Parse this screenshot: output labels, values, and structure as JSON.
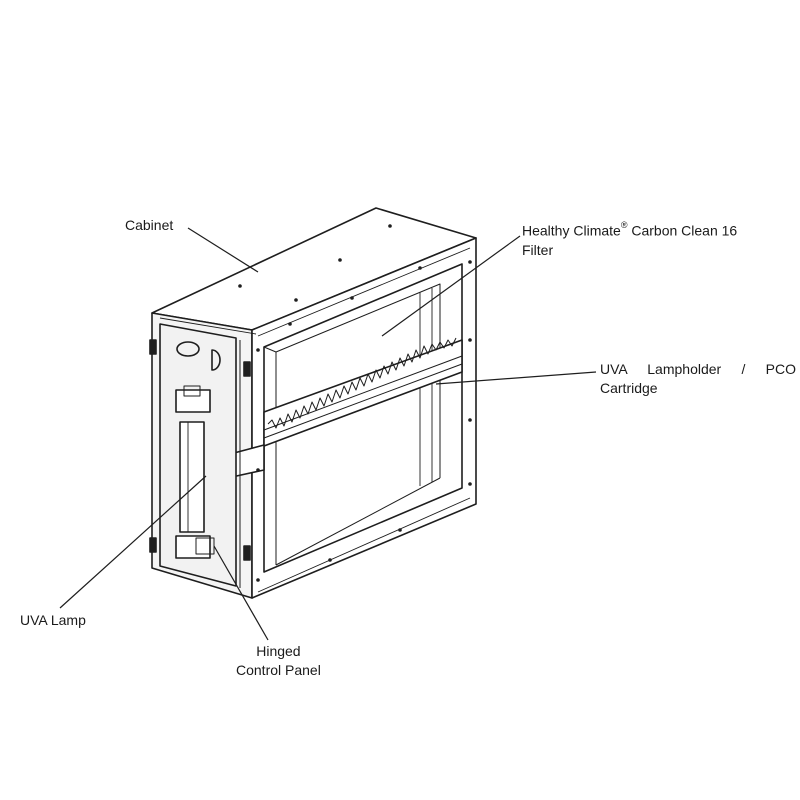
{
  "labels": {
    "cabinet": "Cabinet",
    "filter_line1_brand": "Healthy Climate",
    "filter_line1_mark": "®",
    "filter_line1_rest": " Carbon Clean 16",
    "filter_line2": "Filter",
    "lampholder_line1": "UVA Lampholder / PCO",
    "lampholder_line2": "Cartridge",
    "uva_lamp": "UVA Lamp",
    "hinged_line1": "Hinged",
    "hinged_line2": "Control Panel"
  },
  "colors": {
    "line": "#1e1e1e",
    "background": "#ffffff",
    "panel": "#f2f2f2"
  }
}
